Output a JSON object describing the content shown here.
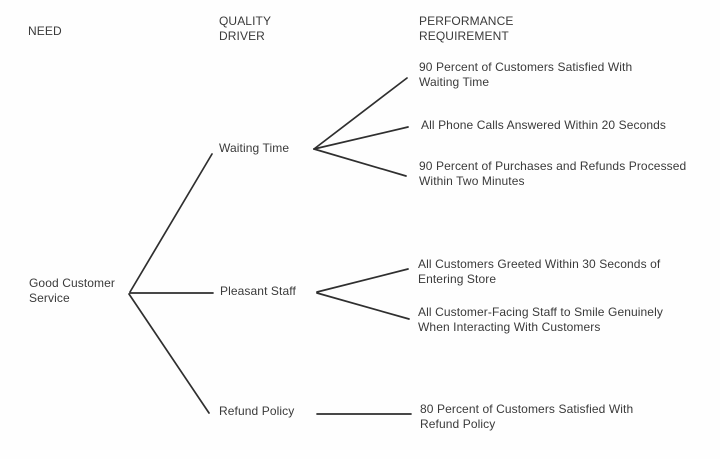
{
  "diagram": {
    "colors": {
      "ink": "#3a3a3a",
      "line": "#2f2f2f",
      "background": "#fefefe"
    },
    "headers": {
      "need": "NEED",
      "quality_driver": "QUALITY\nDRIVER",
      "performance_requirement": "PERFORMANCE\nREQUIREMENT"
    },
    "need": {
      "label": "Good Customer\nService"
    },
    "drivers": [
      {
        "label": "Waiting Time",
        "requirements": [
          "90 Percent of Customers Satisfied With\nWaiting Time",
          "All Phone Calls Answered Within 20 Seconds",
          "90 Percent of Purchases and Refunds Processed\nWithin Two Minutes"
        ]
      },
      {
        "label": "Pleasant Staff",
        "requirements": [
          "All Customers Greeted Within 30 Seconds of\nEntering Store",
          "All Customer-Facing Staff to Smile Genuinely\nWhen Interacting With Customers"
        ]
      },
      {
        "label": "Refund Policy",
        "requirements": [
          "80 Percent of Customers Satisfied With\nRefund Policy"
        ]
      }
    ]
  }
}
